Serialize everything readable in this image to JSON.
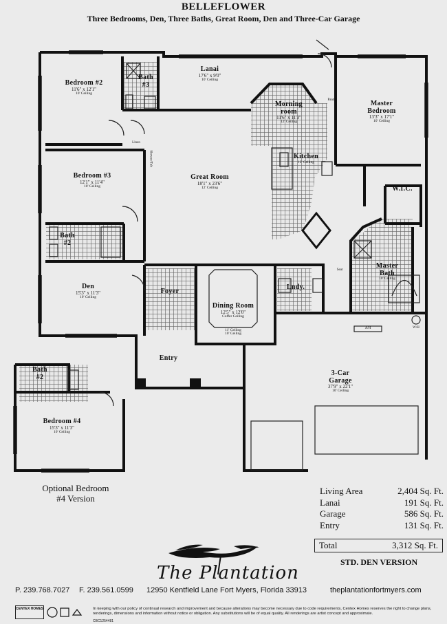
{
  "header": {
    "title": "BELLEFLOWER",
    "subtitle": "Three Bedrooms, Den, Three Baths, Great Room, Den and Three-Car Garage"
  },
  "rooms": {
    "bedroom2": {
      "name": "Bedroom #2",
      "dims": "11'6\" x 12'1\"",
      "ceiling": "10' Ceiling"
    },
    "bath3": {
      "name": "Bath",
      "num": "#3"
    },
    "lanai": {
      "name": "Lanai",
      "dims": "17'6\" x 9'0\"",
      "ceiling": "10' Ceiling"
    },
    "morning": {
      "name": "Morning",
      "name2": "room",
      "dims": "11'6\" x 11'3\"",
      "ceiling": "12' Ceiling"
    },
    "pantry": {
      "name": "Pantry"
    },
    "master": {
      "name": "Master",
      "name2": "Bedroom",
      "dims": "13'3\" x 17'1\"",
      "ceiling": "10' Ceiling"
    },
    "linen": {
      "name": "Linen"
    },
    "shower": {
      "name": "Shower/Tub"
    },
    "bedroom3": {
      "name": "Bedroom #3",
      "dims": "12'1\" x 11'4\"",
      "ceiling": "10' Ceiling"
    },
    "great": {
      "name": "Great Room",
      "dims": "18'1\" x 23'6\"",
      "ceiling": "12' Ceiling"
    },
    "kitchen": {
      "name": "Kitchen",
      "ceiling": "12' Ceiling"
    },
    "wic": {
      "name": "W.I.C."
    },
    "bath2": {
      "name": "Bath",
      "num": "#2"
    },
    "den": {
      "name": "Den",
      "dims": "15'3\" x 11'3\"",
      "ceiling": "10' Ceiling"
    },
    "foyer": {
      "name": "Foyer"
    },
    "dining": {
      "name": "Dining Room",
      "dims": "12'5\" x 12'0\"",
      "ceiling": "Coffer Ceiling",
      "ceiling2": "11' Ceiling",
      "ceiling3": "10' Ceiling"
    },
    "laundry": {
      "name": "Lndy."
    },
    "seat": {
      "name": "Seat"
    },
    "masterbath": {
      "name": "Master",
      "name2": "Bath",
      "ceiling": "10' Ceiling"
    },
    "ah": {
      "name": "A/H"
    },
    "wh": {
      "name": "W/H"
    },
    "entry": {
      "name": "Entry"
    },
    "garage": {
      "name": "3-Car",
      "name2": "Garage",
      "dims": "37'9\" x 22'1\"",
      "ceiling": "10' Ceiling"
    },
    "altbath": {
      "name": "Bath",
      "num": "#2"
    },
    "bedroom4": {
      "name": "Bedroom #4",
      "dims": "15'3\" x 11'3\"",
      "ceiling": "10' Ceiling"
    }
  },
  "optional": {
    "line1": "Optional Bedroom",
    "line2": "#4 Version"
  },
  "areas": [
    {
      "label": "Living Area",
      "value": "2,404 Sq. Ft."
    },
    {
      "label": "Lanai",
      "value": "191 Sq. Ft."
    },
    {
      "label": "Garage",
      "value": "586 Sq. Ft."
    },
    {
      "label": "Entry",
      "value": "131 Sq. Ft."
    }
  ],
  "total": {
    "label": "Total",
    "value": "3,312 Sq. Ft."
  },
  "version": "STD. DEN VERSION",
  "brand": "The Plantation",
  "footer": {
    "phone": "P. 239.768.7027",
    "fax": "F. 239.561.0599",
    "address": "12950 Kentfield Lane Fort Myers, Florida 33913",
    "website": "theplantationfortmyers.com",
    "builder": "CENTEX HOMES",
    "disclaimer": "In keeping with our policy of continual research and improvement and because alterations may become necessary due to code requirements, Centex Homes reserves the right to change plans, renderings, dimensions and information without notice or obligation. Any substitutions will be of equal quality. All renderings are artist concept and approximate.",
    "license": "CBC1254481"
  },
  "colors": {
    "background": "#ebebeb",
    "wall": "#111111",
    "tile": "#777777"
  }
}
